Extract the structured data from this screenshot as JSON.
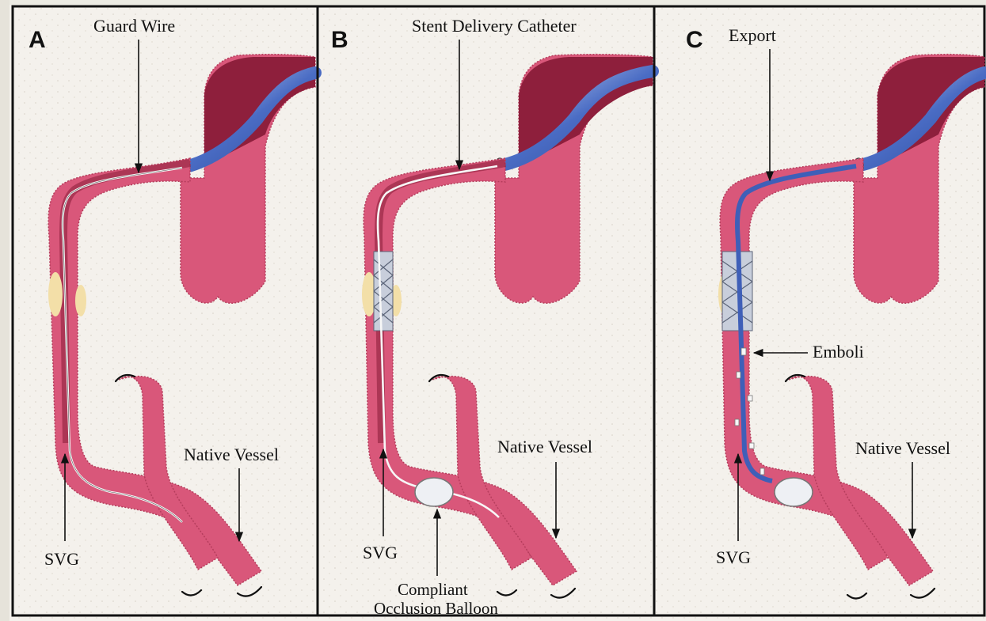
{
  "figure": {
    "panels": [
      {
        "letter": "A",
        "labels": {
          "top": "Guard Wire",
          "native_vessel": "Native Vessel",
          "svg": "SVG"
        }
      },
      {
        "letter": "B",
        "labels": {
          "top": "Stent Delivery Catheter",
          "native_vessel": "Native Vessel",
          "svg": "SVG",
          "balloon_line1": "Compliant",
          "balloon_line2": "Occlusion Balloon"
        }
      },
      {
        "letter": "C",
        "labels": {
          "top": "Export",
          "emboli": "Emboli",
          "native_vessel": "Native Vessel",
          "svg": "SVG"
        }
      }
    ],
    "colors": {
      "vessel_pink": "#d9577a",
      "vessel_light": "#f0a0b4",
      "aorta_dark": "#8e1f3c",
      "catheter_blue": "#3f5fb8",
      "plaque": "#f3dfa8",
      "stent": "#9aa3b8",
      "background": "#f4f1ec"
    }
  }
}
